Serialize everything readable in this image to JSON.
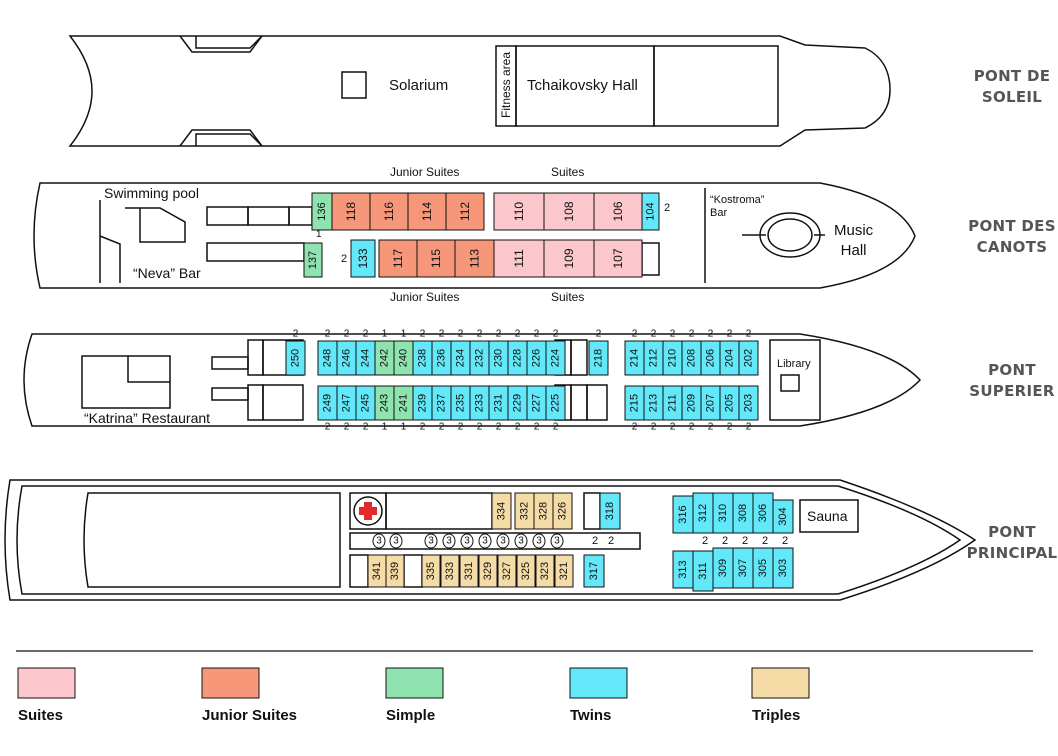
{
  "decks": {
    "soleil": {
      "name_l1": "PONT DE",
      "name_l2": "SOLEIL",
      "solarium": "Solarium",
      "fitness": "Fitness area",
      "hall": "Tchaikovsky Hall"
    },
    "canots": {
      "name_l1": "PONT DES",
      "name_l2": "CANOTS",
      "pool": "Swimming pool",
      "neva_bar": "“Neva” Bar",
      "kostroma_l1": "“Kostroma”",
      "kostroma_l2": "Bar",
      "music_l1": "Music",
      "music_l2": "Hall",
      "junior_top": "Junior Suites",
      "suites_top": "Suites",
      "junior_bottom": "Junior Suites",
      "suites_bottom": "Suites",
      "one": "1",
      "two_a": "2",
      "two_b": "2"
    },
    "superier": {
      "name_l1": "PONT",
      "name_l2": "SUPERIER",
      "restaurant": "“Katrina” Restaurant",
      "library": "Library"
    },
    "principal": {
      "name_l1": "PONT",
      "name_l2": "PRINCIPAL",
      "sauna": "Sauna"
    }
  },
  "cabins": {
    "canots_top": [
      {
        "n": "136",
        "t": "simple"
      },
      {
        "n": "118",
        "t": "junior"
      },
      {
        "n": "116",
        "t": "junior"
      },
      {
        "n": "114",
        "t": "junior"
      },
      {
        "n": "112",
        "t": "junior"
      },
      {
        "n": "110",
        "t": "suite"
      },
      {
        "n": "108",
        "t": "suite"
      },
      {
        "n": "106",
        "t": "suite"
      },
      {
        "n": "104",
        "t": "twin"
      }
    ],
    "canots_bottom": [
      {
        "n": "137",
        "t": "simple"
      },
      {
        "n": "133",
        "t": "twin"
      },
      {
        "n": "117",
        "t": "junior"
      },
      {
        "n": "115",
        "t": "junior"
      },
      {
        "n": "113",
        "t": "junior"
      },
      {
        "n": "111",
        "t": "suite"
      },
      {
        "n": "109",
        "t": "suite"
      },
      {
        "n": "107",
        "t": "suite"
      }
    ],
    "sup_top": [
      {
        "n": "250",
        "t": "twin"
      },
      {
        "n": "248",
        "t": "twin"
      },
      {
        "n": "246",
        "t": "twin"
      },
      {
        "n": "244",
        "t": "twin"
      },
      {
        "n": "242",
        "t": "simple"
      },
      {
        "n": "240",
        "t": "simple"
      },
      {
        "n": "238",
        "t": "twin"
      },
      {
        "n": "236",
        "t": "twin"
      },
      {
        "n": "234",
        "t": "twin"
      },
      {
        "n": "232",
        "t": "twin"
      },
      {
        "n": "230",
        "t": "twin"
      },
      {
        "n": "228",
        "t": "twin"
      },
      {
        "n": "226",
        "t": "twin"
      },
      {
        "n": "224",
        "t": "twin"
      },
      {
        "n": "218",
        "t": "twin"
      },
      {
        "n": "214",
        "t": "twin"
      },
      {
        "n": "212",
        "t": "twin"
      },
      {
        "n": "210",
        "t": "twin"
      },
      {
        "n": "208",
        "t": "twin"
      },
      {
        "n": "206",
        "t": "twin"
      },
      {
        "n": "204",
        "t": "twin"
      },
      {
        "n": "202",
        "t": "twin"
      }
    ],
    "sup_bottom": [
      {
        "n": "249",
        "t": "twin"
      },
      {
        "n": "247",
        "t": "twin"
      },
      {
        "n": "245",
        "t": "twin"
      },
      {
        "n": "243",
        "t": "simple"
      },
      {
        "n": "241",
        "t": "simple"
      },
      {
        "n": "239",
        "t": "twin"
      },
      {
        "n": "237",
        "t": "twin"
      },
      {
        "n": "235",
        "t": "twin"
      },
      {
        "n": "233",
        "t": "twin"
      },
      {
        "n": "231",
        "t": "twin"
      },
      {
        "n": "229",
        "t": "twin"
      },
      {
        "n": "227",
        "t": "twin"
      },
      {
        "n": "225",
        "t": "twin"
      },
      {
        "n": "215",
        "t": "twin"
      },
      {
        "n": "213",
        "t": "twin"
      },
      {
        "n": "211",
        "t": "twin"
      },
      {
        "n": "209",
        "t": "twin"
      },
      {
        "n": "207",
        "t": "twin"
      },
      {
        "n": "205",
        "t": "twin"
      },
      {
        "n": "203",
        "t": "twin"
      }
    ],
    "sup_top_counts": [
      "2",
      "2",
      "2",
      "2",
      "1",
      "1",
      "2",
      "2",
      "2",
      "2",
      "2",
      "2",
      "2",
      "2",
      "2",
      "2",
      "2",
      "2",
      "2",
      "2",
      "2",
      "2"
    ],
    "sup_bottom_counts": [
      "2",
      "2",
      "2",
      "1",
      "1",
      "2",
      "2",
      "2",
      "2",
      "2",
      "2",
      "2",
      "2",
      "2",
      "2",
      "2",
      "2",
      "2",
      "2",
      "2"
    ],
    "prin_top": [
      {
        "n": "334",
        "t": "triple"
      },
      {
        "n": "332",
        "t": "triple"
      },
      {
        "n": "328",
        "t": "triple"
      },
      {
        "n": "326",
        "t": "triple"
      },
      {
        "n": "318",
        "t": "twin"
      },
      {
        "n": "316",
        "t": "twin"
      },
      {
        "n": "312",
        "t": "twin"
      },
      {
        "n": "310",
        "t": "twin"
      },
      {
        "n": "308",
        "t": "twin"
      },
      {
        "n": "306",
        "t": "twin"
      },
      {
        "n": "304",
        "t": "twin"
      }
    ],
    "prin_bottom": [
      {
        "n": "341",
        "t": "triple"
      },
      {
        "n": "339",
        "t": "triple"
      },
      {
        "n": "335",
        "t": "triple"
      },
      {
        "n": "333",
        "t": "triple"
      },
      {
        "n": "331",
        "t": "triple"
      },
      {
        "n": "329",
        "t": "triple"
      },
      {
        "n": "327",
        "t": "triple"
      },
      {
        "n": "325",
        "t": "triple"
      },
      {
        "n": "323",
        "t": "triple"
      },
      {
        "n": "321",
        "t": "triple"
      },
      {
        "n": "317",
        "t": "twin"
      },
      {
        "n": "313",
        "t": "twin"
      },
      {
        "n": "311",
        "t": "twin"
      },
      {
        "n": "309",
        "t": "twin"
      },
      {
        "n": "307",
        "t": "twin"
      },
      {
        "n": "305",
        "t": "twin"
      },
      {
        "n": "303",
        "t": "twin"
      }
    ],
    "prin_corridor_threes": [
      "3",
      "3",
      "3",
      "3",
      "3",
      "3",
      "3",
      "3",
      "3",
      "3"
    ],
    "prin_corridor_twos": [
      "2",
      "2"
    ],
    "prin_fwd_twos": [
      "2",
      "2",
      "2",
      "2",
      "2"
    ]
  },
  "legend": [
    {
      "label": "Suites",
      "type": "suite"
    },
    {
      "label": "Junior Suites",
      "type": "junior"
    },
    {
      "label": "Simple",
      "type": "simple"
    },
    {
      "label": "Twins",
      "type": "twin"
    },
    {
      "label": "Triples",
      "type": "triple"
    }
  ],
  "colors": {
    "suite": "#fbc6cc",
    "junior": "#f6977a",
    "simple": "#8fe3ae",
    "twin": "#62e8f8",
    "triple": "#f5dba6",
    "cross": "#e32a2a"
  }
}
